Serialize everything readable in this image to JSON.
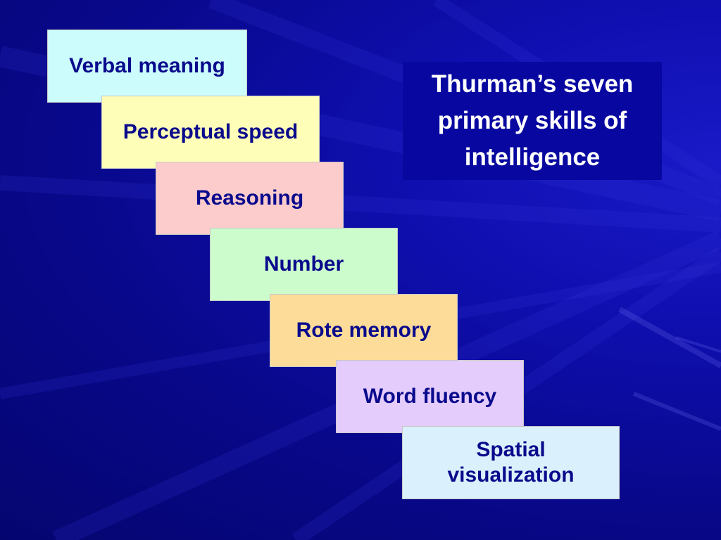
{
  "title": "Thurman’s seven primary skills of intelligence",
  "skills": [
    {
      "label": "Verbal meaning",
      "color": "#ccfcfc"
    },
    {
      "label": "Perceptual speed",
      "color": "#fefeb8"
    },
    {
      "label": "Reasoning",
      "color": "#fccccc"
    },
    {
      "label": "Number",
      "color": "#ccfccc"
    },
    {
      "label": "Rote memory",
      "color": "#fcdc98"
    },
    {
      "label": "Word fluency",
      "color": "#e4ccfc"
    },
    {
      "label": "Spatial visualization",
      "color": "#daf0fc"
    }
  ],
  "colors": {
    "background": "#0a0a8c",
    "title_box": "#0808a0",
    "skill_text": "#0a0a8c",
    "title_text": "#ffffff"
  }
}
